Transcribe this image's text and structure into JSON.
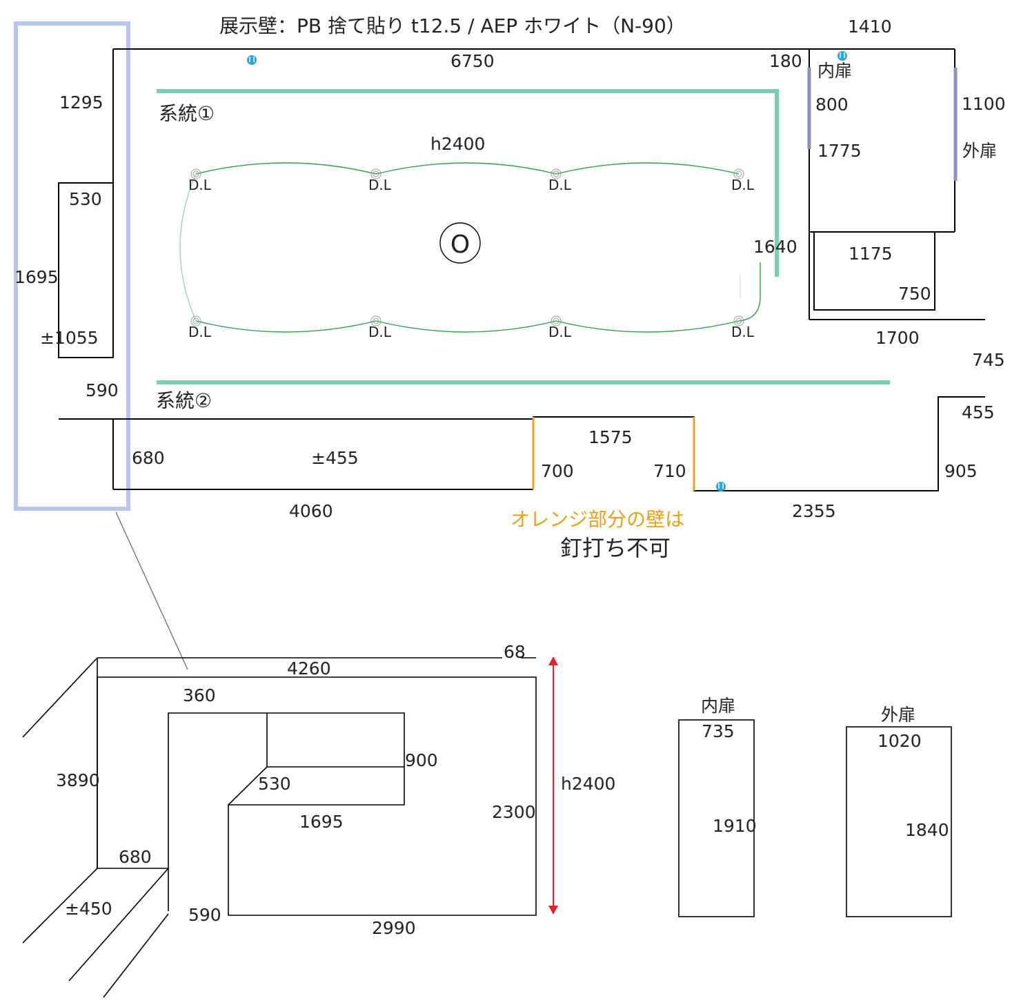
{
  "title": "展示壁：PB 捨て貼り t12.5 / AEP ホワイト（N-90）",
  "colors": {
    "circuit": "#7ccfae",
    "light_wire": "#2e9e4a",
    "highlight_frame": "#b7c6e8",
    "orange_wall": "#e9a11c",
    "door_mark": "#8892c0",
    "outlet": "#2aa6e0",
    "arrow": "#e0202c"
  },
  "plan": {
    "circuits": [
      "系統①",
      "系統②"
    ],
    "light_label": "D.L",
    "ceiling_height": "h2400",
    "center_symbol": "O",
    "doors": {
      "inner": "内扉",
      "outer": "外扉"
    },
    "note": {
      "line1": "オレンジ部分の壁は",
      "line2": "釘打ち不可"
    },
    "dims": {
      "d1410": "1410",
      "d6750": "6750",
      "d180": "180",
      "d1295": "1295",
      "d800": "800",
      "d1100": "1100",
      "d1775": "1775",
      "d530": "530",
      "d1640": "1640",
      "d1175": "1175",
      "d1695": "1695",
      "d750": "750",
      "d1055": "±1055",
      "d1700": "1700",
      "d745": "745",
      "d590": "590",
      "d455r": "455",
      "d1575": "1575",
      "d680": "680",
      "d455": "±455",
      "d700": "700",
      "d710": "710",
      "d905": "905",
      "d4060": "4060",
      "d2355": "2355"
    }
  },
  "elevation": {
    "dims": {
      "d68": "68",
      "d4260": "4260",
      "d360": "360",
      "d900": "900",
      "d3890": "3890",
      "d530": "530",
      "d1695": "1695",
      "d2300": "2300",
      "h2400": "h2400",
      "d680": "680",
      "d450": "±450",
      "d590": "590",
      "d2990": "2990"
    },
    "inner_door": {
      "label": "内扉",
      "width": "735",
      "height": "1910"
    },
    "outer_door": {
      "label": "外扉",
      "width": "1020",
      "height": "1840"
    }
  }
}
